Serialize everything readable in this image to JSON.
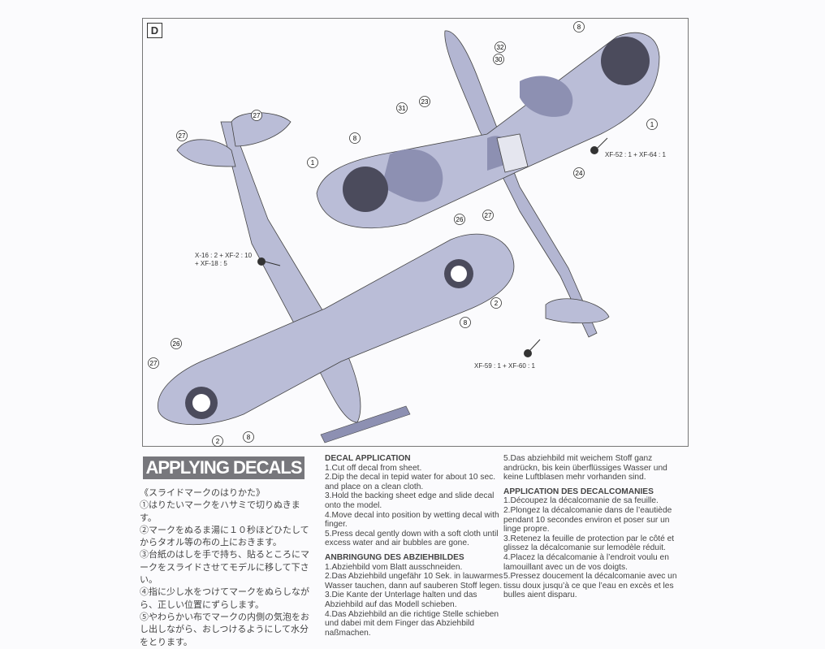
{
  "step_label": "D",
  "colors": {
    "camo_light": "#babdd7",
    "camo_dark": "#8d90b2",
    "roundel": "#4b4b5c",
    "title_bg": "#77777c"
  },
  "paint_callouts": [
    {
      "line1": "X-16 : 2 + XF-2 : 10",
      "line2": "+ XF-18 : 5"
    },
    {
      "line1": "XF-52 : 1 + XF-64 : 1"
    },
    {
      "line1": "XF-59 : 1 + XF-60 : 1"
    }
  ],
  "decal_markers": [
    "27",
    "27",
    "8",
    "1",
    "31",
    "23",
    "30",
    "32",
    "8",
    "1",
    "24",
    "26",
    "27",
    "2",
    "8",
    "26",
    "27",
    "2",
    "8"
  ],
  "section_title": "APPLYING DECALS",
  "japanese": {
    "heading": "《スライドマークのはりかた》",
    "steps": [
      "①はりたいマークをハサミで切りぬきます。",
      "②マークをぬるま湯に１０秒ほどひたしてからタオル等の布の上におきます。",
      "③台紙のはしを手で持ち、貼るところにマークをスライドさせてモデルに移して下さい。",
      "④指に少し水をつけてマークをぬらしながら、正しい位置にずらします。",
      "⑤やわらかい布でマークの内側の気泡をおし出しながら、おしつけるようにして水分をとります。"
    ]
  },
  "english": {
    "heading": "DECAL APPLICATION",
    "steps": [
      "1.Cut off decal from sheet.",
      "2.Dip the decal in tepid water for about 10 sec. and place on a clean cloth.",
      "3.Hold the backing sheet edge and slide decal onto the model.",
      "4.Move decal into position by wetting decal with finger.",
      "5.Press decal gently down with a soft cloth until excess water and air bubbles are gone."
    ]
  },
  "german": {
    "heading": "ANBRINGUNG DES ABZIEHBILDES",
    "steps": [
      "1.Abziehbild vom Blatt ausschneiden.",
      "2.Das Abziehbild ungefähr 10 Sek. in lauwarmes Wasser tauchen, dann auf sauberen Stoff legen.",
      "3.Die Kante der Unterlage halten und das Abziehbild auf das Modell schieben.",
      "4.Das Abziehbild an die richtige Stelle schieben und dabei mit dem Finger das Abziehbild naßmachen.",
      "5.Das abziehbild mit weichem Stoff ganz andrückn, bis kein überflüssiges Wasser und keine Luftblasen mehr vorhanden sind."
    ]
  },
  "french": {
    "heading": "APPLICATION DES DECALCOMANIES",
    "steps": [
      "1.Découpez la décalcomanie de sa feuille.",
      "2.Plongez la décalcomanie dans de l’eautiède pendant 10 secondes environ et poser sur un linge propre.",
      "3.Retenez la feuille de protection par le côté et glissez la décalcomanie sur lemodèle réduit.",
      "4.Placez la décalcomanie à l’endroit voulu en lamouillant avec un de vos doigts.",
      "5.Pressez doucement la décalcomanie avec un tissu doux jusqu’à ce que l’eau en excès et les bulles aient disparu."
    ]
  }
}
